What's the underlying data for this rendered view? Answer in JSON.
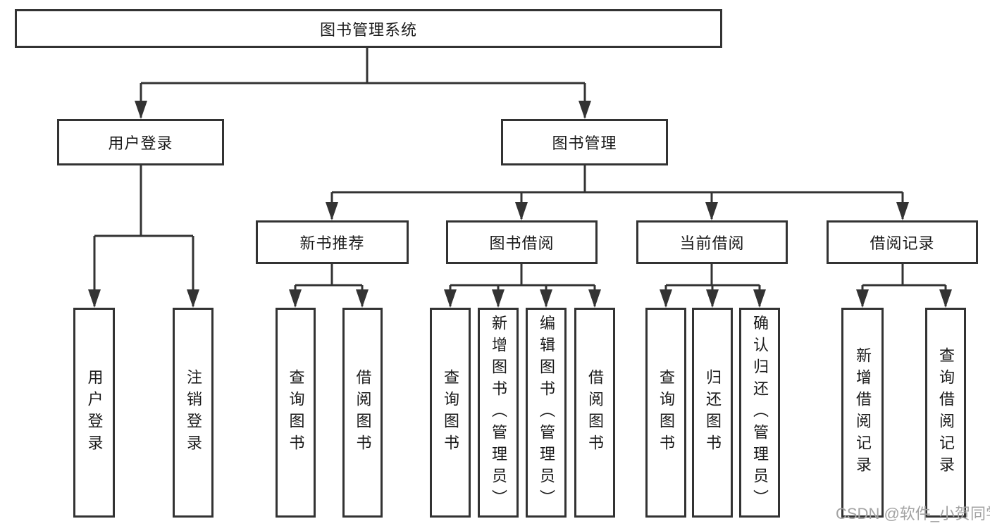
{
  "root": {
    "label": "图书管理系统"
  },
  "branches": [
    {
      "label": "用户登录",
      "children": [
        {
          "label": "用户登录"
        },
        {
          "label": "注销登录"
        }
      ]
    },
    {
      "label": "图书管理",
      "children": [
        {
          "label": "新书推荐",
          "children": [
            {
              "label": "查询图书"
            },
            {
              "label": "借阅图书"
            }
          ]
        },
        {
          "label": "图书借阅",
          "children": [
            {
              "label": "查询图书"
            },
            {
              "label": "新增图书（管理员）"
            },
            {
              "label": "编辑图书（管理员）"
            },
            {
              "label": "借阅图书"
            }
          ]
        },
        {
          "label": "当前借阅",
          "children": [
            {
              "label": "查询图书"
            },
            {
              "label": "归还图书"
            },
            {
              "label": "确认归还（管理员）"
            }
          ]
        },
        {
          "label": "借阅记录",
          "children": [
            {
              "label": "新增借阅记录"
            },
            {
              "label": "查询借阅记录"
            }
          ]
        }
      ]
    }
  ],
  "watermark": "CSDN @软件_小贺同学",
  "colors": {
    "line": "#333333",
    "text": "#1a1a1a",
    "watermark": "#a3a3a3",
    "background": "#ffffff"
  }
}
